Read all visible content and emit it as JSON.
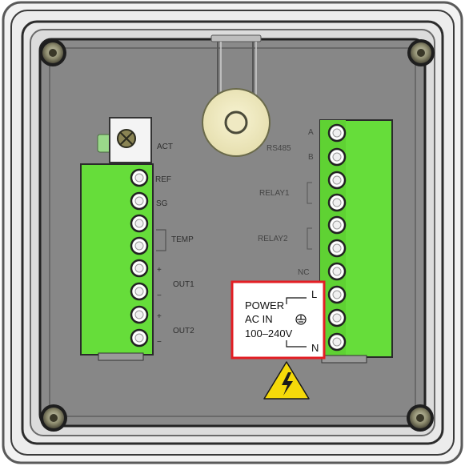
{
  "left_terminal": {
    "act_label": "ACT",
    "labels": [
      "REF",
      "SG",
      "TEMP",
      "+",
      "−",
      "OUT1",
      "+",
      "−",
      "OUT2"
    ]
  },
  "right_terminal": {
    "labels": [
      "A",
      "B",
      "RS485",
      "RELAY1",
      "RELAY2",
      "NC"
    ]
  },
  "power_box": {
    "line1": "POWER",
    "line2": "AC IN",
    "line3": "100–240V",
    "l_label": "L",
    "n_label": "N",
    "ground_symbol": "ground-icon"
  },
  "warning_icon": "high-voltage-warning-icon",
  "colors": {
    "terminal_green": "#66dd3a",
    "panel_gray": "#8a8a8a",
    "highlight_red": "#e31e24",
    "warning_yellow": "#f5d90a"
  }
}
